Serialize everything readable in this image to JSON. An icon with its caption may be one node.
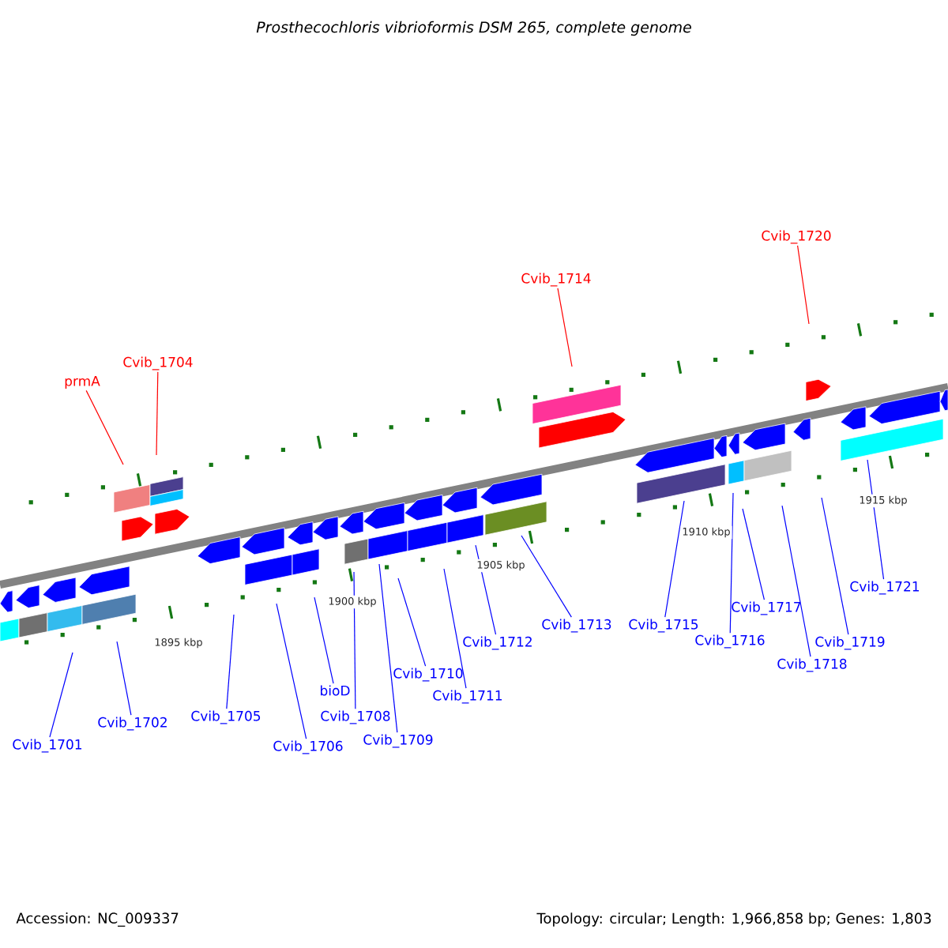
{
  "diagram": {
    "title": "Prosthecochloris vibrioformis DSM 265, complete genome",
    "nodes": [
      {
        "text": [
          "prmA"
        ]
      },
      {
        "text": [
          "Cvib_1704"
        ]
      },
      {
        "text": [
          "Cvib_1714"
        ]
      },
      {
        "text": [
          "Cvib_1720"
        ]
      },
      {
        "text": [
          "Cvib_1701"
        ]
      },
      {
        "text": [
          "Cvib_1702"
        ]
      },
      {
        "text": [
          "Cvib_1705"
        ]
      },
      {
        "text": [
          "Cvib_1706"
        ]
      },
      {
        "text": [
          "bioD"
        ]
      },
      {
        "text": [
          "Cvib_1708"
        ]
      },
      {
        "text": [
          "Cvib_1709"
        ]
      },
      {
        "text": [
          "Cvib_1710"
        ]
      },
      {
        "text": [
          "Cvib_1711"
        ]
      },
      {
        "text": [
          "Cvib_1712"
        ]
      },
      {
        "text": [
          "Cvib_1713"
        ]
      },
      {
        "text": [
          "Cvib_1715"
        ]
      },
      {
        "text": [
          "Cvib_1716"
        ]
      },
      {
        "text": [
          "Cvib_1717"
        ]
      },
      {
        "text": [
          "Cvib_1718"
        ]
      },
      {
        "text": [
          "Cvib_1719"
        ]
      },
      {
        "text": [
          "Cvib_1721"
        ]
      }
    ],
    "edges": [
      {
        "from": 0,
        "to": null,
        "arrow": "none",
        "color": "#ff0000"
      },
      {
        "from": 1,
        "to": null,
        "arrow": "none",
        "color": "#ff0000"
      },
      {
        "from": 2,
        "to": null,
        "arrow": "none",
        "color": "#ff0000"
      },
      {
        "from": 3,
        "to": null,
        "arrow": "none",
        "color": "#ff0000"
      },
      {
        "from": 4,
        "to": null,
        "arrow": "none"
      },
      {
        "from": 5,
        "to": null,
        "arrow": "none"
      },
      {
        "from": 6,
        "to": null,
        "arrow": "none"
      },
      {
        "from": 7,
        "to": null,
        "arrow": "none"
      },
      {
        "from": 8,
        "to": null,
        "arrow": "none"
      },
      {
        "from": 9,
        "to": null,
        "arrow": "none"
      },
      {
        "from": 10,
        "to": null,
        "arrow": "none"
      },
      {
        "from": 11,
        "to": null,
        "arrow": "none"
      },
      {
        "from": 12,
        "to": null,
        "arrow": "none"
      },
      {
        "from": 13,
        "to": null,
        "arrow": "none"
      },
      {
        "from": 14,
        "to": null,
        "arrow": "none"
      },
      {
        "from": 15,
        "to": null,
        "arrow": "none"
      },
      {
        "from": 16,
        "to": null,
        "arrow": "none"
      },
      {
        "from": 17,
        "to": null,
        "arrow": "none"
      },
      {
        "from": 18,
        "to": null,
        "arrow": "none"
      },
      {
        "from": 19,
        "to": null,
        "arrow": "none"
      },
      {
        "from": 20,
        "to": null,
        "arrow": "none"
      }
    ],
    "labels": [
      "1895 kbp",
      "1900 kbp",
      "1905 kbp",
      "1910 kbp",
      "1915 kbp",
      "Accession: NC_009337",
      "Topology: circular; Length: 1,966,858 bp; Genes: 1,803"
    ]
  }
}
